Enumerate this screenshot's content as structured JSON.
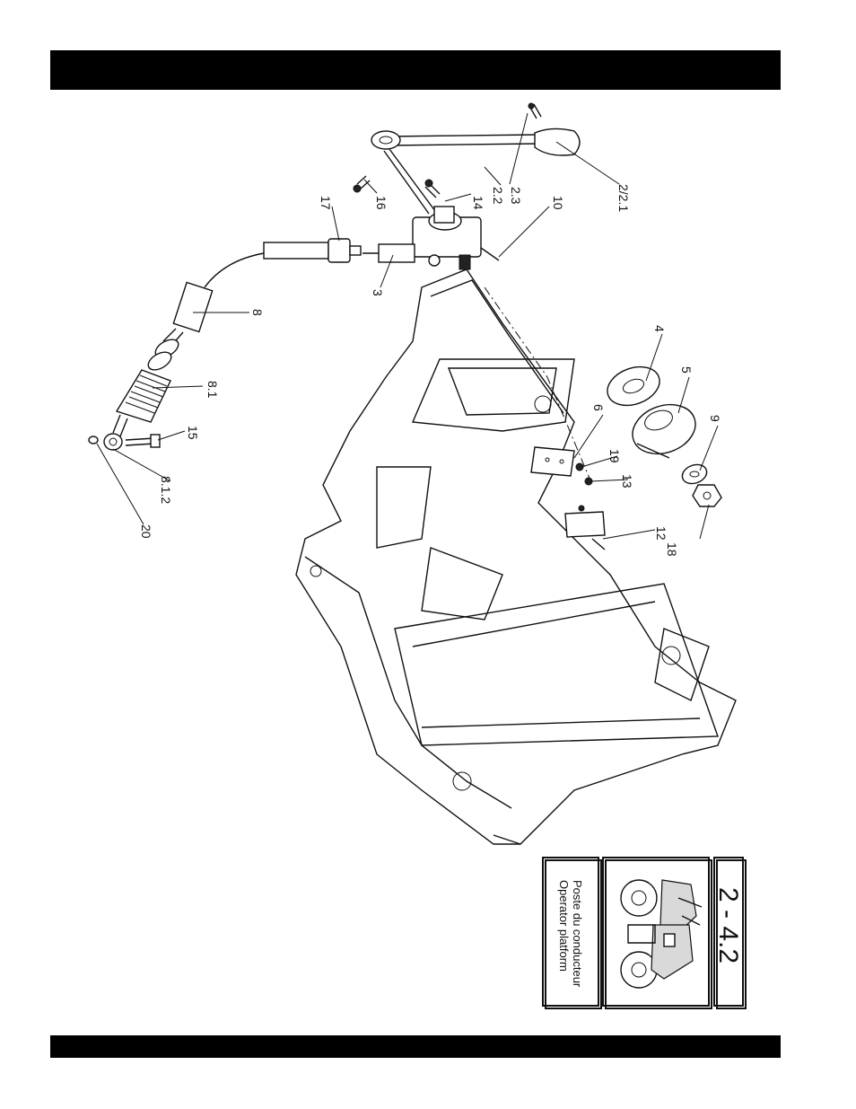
{
  "header_bar": {
    "text": ""
  },
  "footer_bar": {
    "text": ""
  },
  "callouts": {
    "c2_1": "2/2.1",
    "c2_2": "2.2",
    "c2_3": "2.3",
    "c3": "3",
    "c4": "4",
    "c5": "5",
    "c6": "6",
    "c8": "8",
    "c8_1": "8.1",
    "c8_2": "8.1.2",
    "c9": "9",
    "c10": "10",
    "c12": "12",
    "c13": "13",
    "c14": "14",
    "c15": "15",
    "c16": "16",
    "c17": "17",
    "c18": "18",
    "c19": "19",
    "c20": "20"
  },
  "title_block": {
    "section_number": "2 - 4.2",
    "title_en": "Operator platform",
    "title_fr": "Poste du conducteur"
  }
}
